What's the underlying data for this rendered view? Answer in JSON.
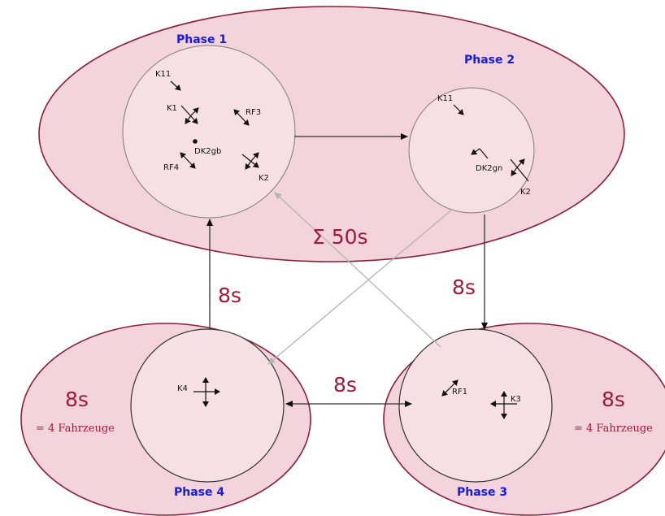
{
  "phases": {
    "p1": {
      "title": "Phase 1",
      "signals": [
        "K11",
        "K1",
        "RF3",
        "DK2gb",
        "RF4",
        "K2"
      ]
    },
    "p2": {
      "title": "Phase 2",
      "signals": [
        "K11",
        "DK2gn",
        "K2"
      ]
    },
    "p3": {
      "title": "Phase 3",
      "signals": [
        "RF1",
        "K3"
      ]
    },
    "p4": {
      "title": "Phase 4",
      "signals": [
        "K4"
      ]
    }
  },
  "times": {
    "sum": "Σ 50s",
    "p4_to_p1": "8s",
    "p2_to_p3": "8s",
    "p3_p4": "8s",
    "p4_zone": "8s",
    "p3_zone": "8s"
  },
  "notes": {
    "p4_zone": "= 4 Fahrzeuge",
    "p3_zone": "= 4 Fahrzeuge"
  },
  "colors": {
    "zone_fill": "#f3d3dc",
    "zone_border": "#8a1f3b",
    "title": "#1a1adf",
    "time_text": "#a0193a"
  }
}
